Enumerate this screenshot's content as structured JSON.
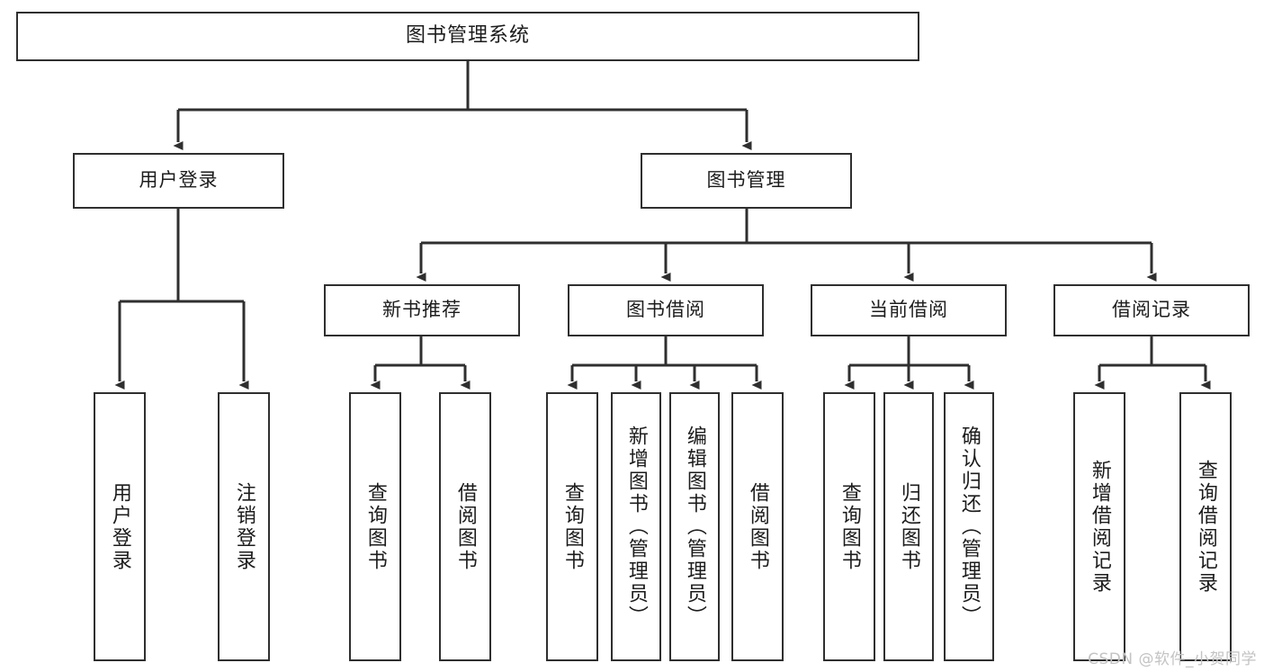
{
  "diagram": {
    "type": "tree",
    "title": "图书管理系统",
    "style": {
      "box_border_color": "#2f2f2f",
      "box_fill_color": "#ffffff",
      "connector_color": "#2f2f2f",
      "text_color": "#1c1c1c",
      "background": "#ffffff"
    },
    "root": {
      "label": "图书管理系统"
    },
    "level2": [
      {
        "id": "user-login",
        "label": "用户登录"
      },
      {
        "id": "book-management",
        "label": "图书管理"
      }
    ],
    "level3": [
      {
        "id": "new-book-recommend",
        "label": "新书推荐"
      },
      {
        "id": "book-borrow",
        "label": "图书借阅"
      },
      {
        "id": "current-borrow",
        "label": "当前借阅"
      },
      {
        "id": "borrow-record",
        "label": "借阅记录"
      }
    ],
    "leaves": {
      "user-login": [
        {
          "id": "leaf-user-login",
          "label": "用户登录"
        },
        {
          "id": "leaf-logout",
          "label": "注销登录"
        }
      ],
      "new-book-recommend": [
        {
          "id": "leaf-query-book-1",
          "label": "查询图书"
        },
        {
          "id": "leaf-borrow-book-1",
          "label": "借阅图书"
        }
      ],
      "book-borrow": [
        {
          "id": "leaf-query-book-2",
          "label": "查询图书"
        },
        {
          "id": "leaf-add-book",
          "label": "新增图书（管理员）"
        },
        {
          "id": "leaf-edit-book",
          "label": "编辑图书（管理员）"
        },
        {
          "id": "leaf-borrow-book-2",
          "label": "借阅图书"
        }
      ],
      "current-borrow": [
        {
          "id": "leaf-query-book-3",
          "label": "查询图书"
        },
        {
          "id": "leaf-return-book",
          "label": "归还图书"
        },
        {
          "id": "leaf-confirm-return",
          "label": "确认归还（管理员）"
        }
      ],
      "borrow-record": [
        {
          "id": "leaf-add-record",
          "label": "新增借阅记录"
        },
        {
          "id": "leaf-query-record",
          "label": "查询借阅记录"
        }
      ]
    }
  },
  "watermark": {
    "text": "CSDN @软件_小贺同学"
  }
}
